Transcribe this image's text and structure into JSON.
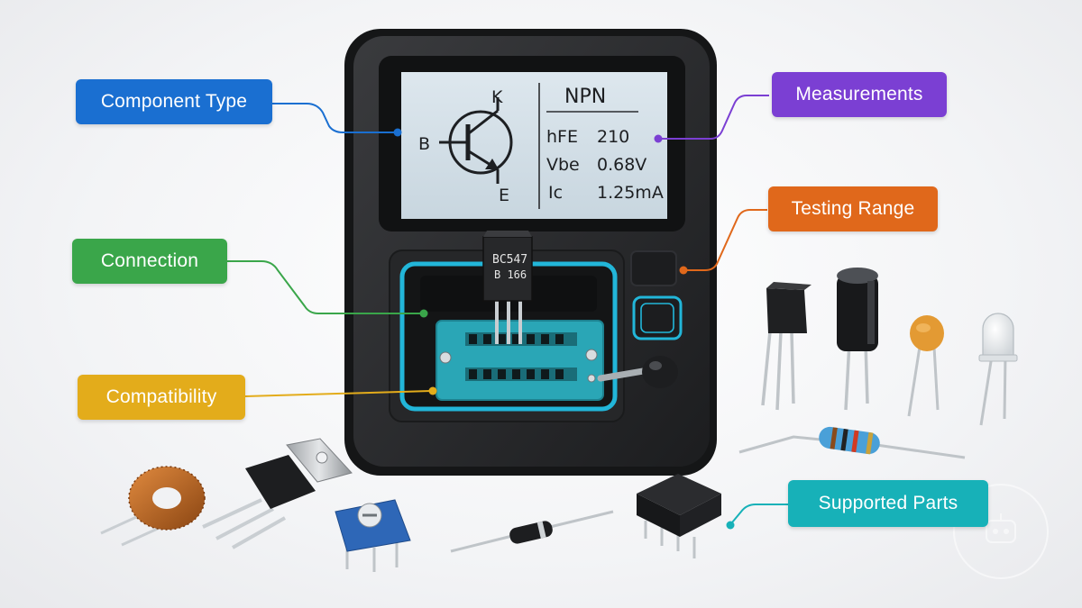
{
  "callouts": {
    "component_type": {
      "label": "Component Type",
      "color": "#1a6fd1"
    },
    "connection": {
      "label": "Connection",
      "color": "#3aa64a"
    },
    "compatibility": {
      "label": "Compatibility",
      "color": "#e3ac1b"
    },
    "measurements": {
      "label": "Measurements",
      "color": "#7b3fd3"
    },
    "testing_range": {
      "label": "Testing Range",
      "color": "#e0681b"
    },
    "supported_parts": {
      "label": "Supported Parts",
      "color": "#17b1b8"
    }
  },
  "display": {
    "pin_k": "K",
    "pin_b": "B",
    "pin_e": "E",
    "type": "NPN",
    "readings": [
      {
        "label": "hFE",
        "value": "210"
      },
      {
        "label": "Vbe",
        "value": "0.68V"
      },
      {
        "label": "Ic",
        "value": "1.25mA"
      }
    ]
  },
  "transistor": {
    "line1": "BC547",
    "line2": "B  166"
  },
  "icons": {
    "transistor_symbol": "npn-transistor-symbol-icon",
    "watermark": "robot-watermark-icon"
  }
}
